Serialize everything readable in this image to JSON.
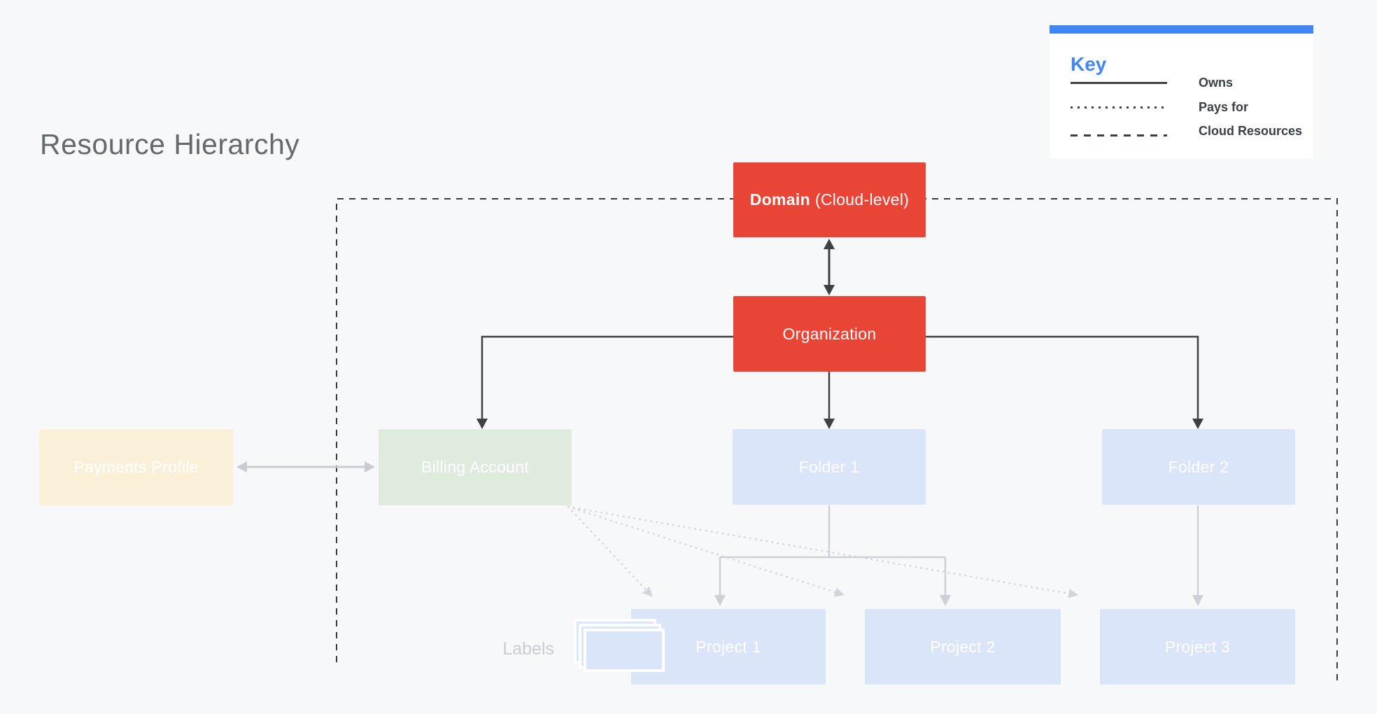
{
  "title": "Resource Hierarchy",
  "legend": {
    "title": "Key",
    "items": [
      {
        "line_style": "solid",
        "label": "Owns"
      },
      {
        "line_style": "dotted",
        "label": "Pays for"
      },
      {
        "line_style": "dashed",
        "label": "Cloud Resources"
      }
    ]
  },
  "nodes": {
    "domain": {
      "name": "Domain",
      "qualifier": "(Cloud-level)"
    },
    "organization": {
      "label": "Organization"
    },
    "payments_profile": {
      "label": "Payments Profile"
    },
    "billing_account": {
      "label": "Billing Account"
    },
    "folder1": {
      "label": "Folder 1"
    },
    "folder2": {
      "label": "Folder 2"
    },
    "project1": {
      "label": "Project 1"
    },
    "project2": {
      "label": "Project 2"
    },
    "project3": {
      "label": "Project 3"
    }
  },
  "annotations": {
    "labels_caption": "Labels"
  },
  "relationships": {
    "owns": [
      "Organization→Billing Account",
      "Organization→Folder 1",
      "Organization→Folder 2",
      "Folder 1→Project 1",
      "Folder 1→Project 2",
      "Folder 2→Project 3"
    ],
    "pays_for": [
      "Billing Account→Project 1",
      "Billing Account→Project 2",
      "Billing Account→Project 3"
    ],
    "bidirectional": [
      "Domain↔Organization",
      "Payments Profile↔Billing Account"
    ]
  },
  "colors": {
    "background": "#F7F8FA",
    "domain_org_red": "#E94536",
    "billing_green": "#DEEBDD",
    "payments_cream": "#FAF0D8",
    "resource_blue": "#DAE5F9",
    "legend_accent_blue": "#4286F5",
    "owns_line_dark": "#3F4042",
    "gray_line": "#CDD0D4",
    "dotted_line": "#D2D6DA",
    "boundary_dash_dark": "#3A3B3C"
  }
}
